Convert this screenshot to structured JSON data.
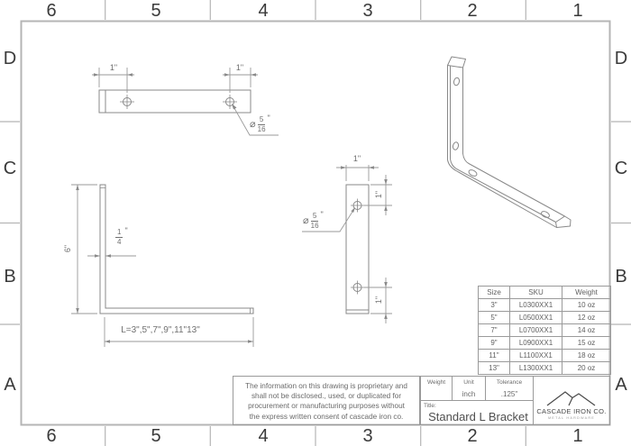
{
  "border": {
    "cols": [
      "6",
      "5",
      "4",
      "3",
      "2",
      "1"
    ],
    "rows": [
      "D",
      "C",
      "B",
      "A"
    ]
  },
  "top_view": {
    "dim_left": "1\"",
    "dim_right": "1\"",
    "callout": {
      "dia": "⌀",
      "num": "5",
      "den": "16",
      "unit": "\""
    }
  },
  "side_view": {
    "dim_height": "6\"",
    "thickness": {
      "num": "1",
      "den": "4",
      "unit": "\""
    },
    "dim_length": "L=3\",5\",7\",9\",11\"13\""
  },
  "front_view": {
    "dim_width": "1\"",
    "dim_top": "1\"",
    "dim_bottom": "1\"",
    "callout": {
      "dia": "⌀",
      "num": "5",
      "den": "16",
      "unit": "\""
    }
  },
  "size_table": {
    "headers": [
      "Size",
      "SKU",
      "Weight"
    ],
    "rows": [
      [
        "3\"",
        "L0300XX1",
        "10 oz"
      ],
      [
        "5\"",
        "L0500XX1",
        "12 oz"
      ],
      [
        "7\"",
        "L0700XX1",
        "14 oz"
      ],
      [
        "9\"",
        "L0900XX1",
        "15 oz"
      ],
      [
        "11\"",
        "L1100XX1",
        "18 oz"
      ],
      [
        "13\"",
        "L1300XX1",
        "20 oz"
      ]
    ]
  },
  "disclaimer": {
    "lines": [
      "The information on this drawing is proprietary and",
      "shall not be disclosed., used, or duplicated for",
      "procurement or manufacturing purposes without",
      "the express written consent of cascade iron co."
    ]
  },
  "title_block": {
    "weight_label": "Weight",
    "unit_label": "Unit",
    "tolerance_label": "Tolerance",
    "weight_value": "",
    "unit_value": "inch",
    "tolerance_value": ".125\"",
    "title_label": "Title:",
    "title": "Standard L Bracket"
  },
  "logo": {
    "company": "CASCADE IRON CO.",
    "tagline": "METAL HARDWARE"
  }
}
